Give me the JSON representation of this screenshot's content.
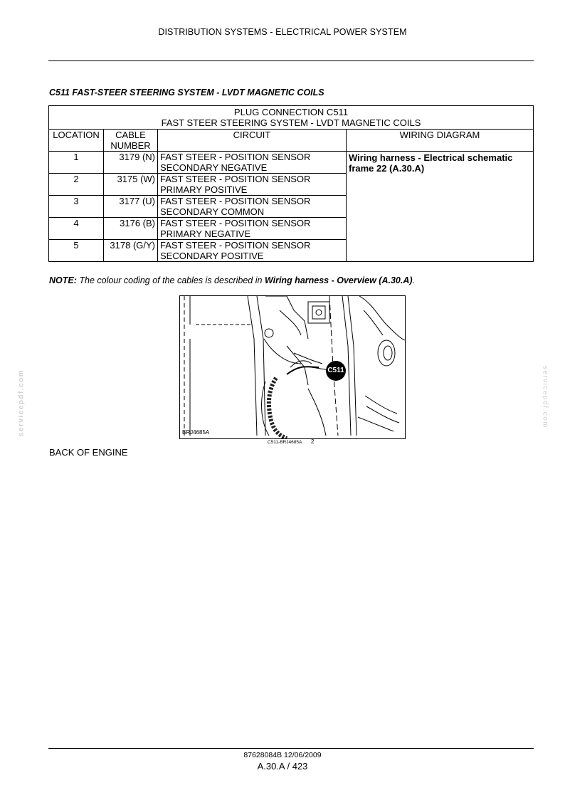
{
  "header": {
    "title": "DISTRIBUTION SYSTEMS - ELECTRICAL POWER SYSTEM"
  },
  "section": {
    "title": "C511 FAST-STEER STEERING SYSTEM - LVDT MAGNETIC COILS"
  },
  "table": {
    "title_line1": "PLUG CONNECTION C511",
    "title_line2": "FAST STEER STEERING SYSTEM - LVDT MAGNETIC COILS",
    "headers": {
      "location": "LOCATION",
      "cable_line1": "CABLE",
      "cable_line2": "NUMBER",
      "circuit": "CIRCUIT",
      "wiring": "WIRING DIAGRAM"
    },
    "wiring_diagram": "Wiring harness - Electrical schematic frame 22 (A.30.A)",
    "rows": [
      {
        "location": "1",
        "cable": "3179 (N)",
        "circuit_line1": "FAST STEER - POSITION SENSOR",
        "circuit_line2": "SECONDARY NEGATIVE"
      },
      {
        "location": "2",
        "cable": "3175 (W)",
        "circuit_line1": "FAST STEER - POSITION SENSOR",
        "circuit_line2": "PRIMARY POSITIVE"
      },
      {
        "location": "3",
        "cable": "3177 (U)",
        "circuit_line1": "FAST STEER - POSITION SENSOR",
        "circuit_line2": "SECONDARY COMMON"
      },
      {
        "location": "4",
        "cable": "3176 (B)",
        "circuit_line1": "FAST STEER - POSITION SENSOR",
        "circuit_line2": "PRIMARY NEGATIVE"
      },
      {
        "location": "5",
        "cable": "3178 (G/Y)",
        "circuit_line1": "FAST STEER - POSITION SENSOR",
        "circuit_line2": "SECONDARY POSITIVE"
      }
    ]
  },
  "note": {
    "label": "NOTE:",
    "text_before": " The colour coding of the cables is described in ",
    "link": "Wiring harness - Overview (A.30.A)",
    "text_after": "."
  },
  "figure": {
    "callout": "C511",
    "corner_label": "BRJ4685A",
    "caption": "C511-BRJ4685A",
    "number": "2"
  },
  "caption_text": "BACK OF ENGINE",
  "watermark": "servicepdf.com",
  "footer": {
    "doc": "87628084B 12/06/2009",
    "page": "A.30.A / 423"
  }
}
